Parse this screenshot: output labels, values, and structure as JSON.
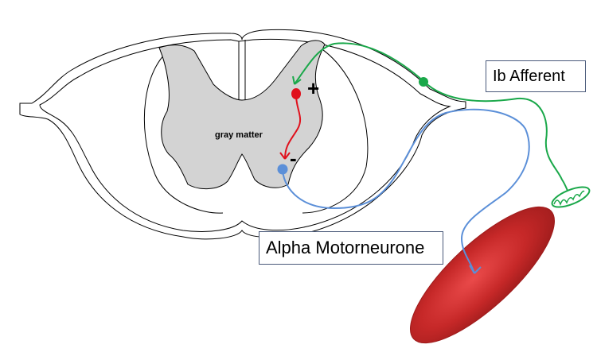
{
  "labels": {
    "gray_matter": "gray matter",
    "plus_sign": "+",
    "minus_sign": "-",
    "ib_afferent": "Ib Afferent",
    "alpha_motorneurone": "Alpha Motorneurone"
  },
  "colors": {
    "gray_matter_fill": "#d3d3d3",
    "afferent": "#1aa84a",
    "motor": "#5b8fd8",
    "interneuron": "#e0101c",
    "muscle": "#c62828",
    "outline": "#000000"
  }
}
